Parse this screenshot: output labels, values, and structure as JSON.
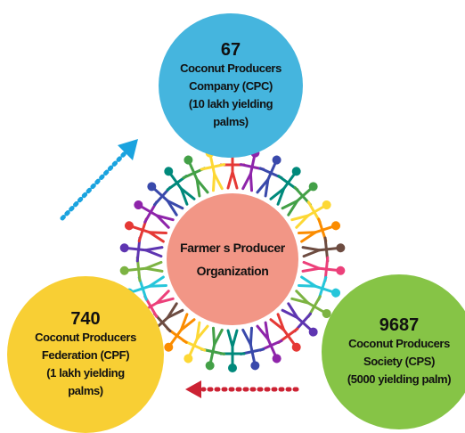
{
  "top": {
    "number": "67",
    "lines": [
      "Coconut Producers",
      "Company (CPC)",
      "(10 lakh yielding",
      "palms)"
    ]
  },
  "center": {
    "lines": [
      "Farmer s Producer",
      "Organization"
    ]
  },
  "left": {
    "number": "740",
    "lines": [
      "Coconut Producers",
      "Federation (CPF)",
      "(1 lakh yielding",
      "palms)"
    ]
  },
  "right": {
    "number": "9687",
    "lines": [
      "Coconut Producers",
      "Society (CPS)",
      "(5000 yielding palm)"
    ]
  },
  "colors": {
    "top": "#45b5de",
    "center": "#f29686",
    "left": "#f8cf34",
    "right": "#86c446",
    "arrow_blue": "#1aa3df",
    "arrow_red": "#cc2233"
  }
}
